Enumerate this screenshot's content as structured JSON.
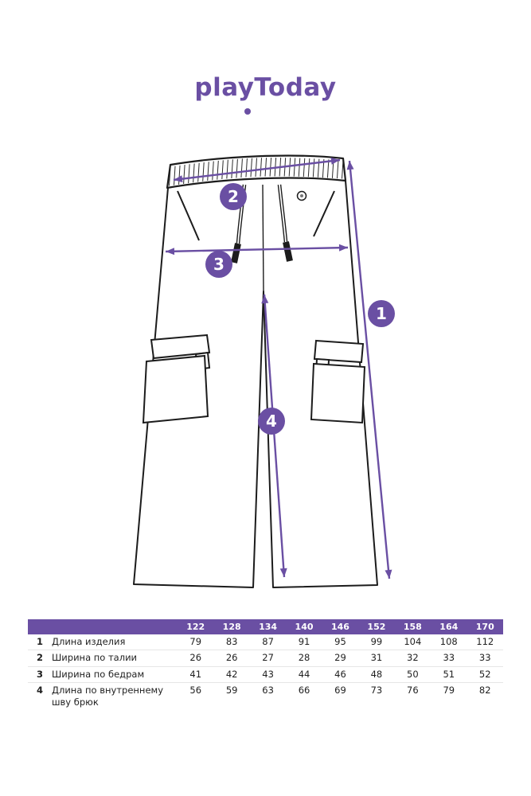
{
  "colors": {
    "accent": "#6a4fa3",
    "ink": "#1c1c1c",
    "table_header_text": "#ffffff"
  },
  "brand": {
    "logo": "playToday"
  },
  "diagram": {
    "markers": [
      {
        "label": "1"
      },
      {
        "label": "2"
      },
      {
        "label": "3"
      },
      {
        "label": "4"
      }
    ]
  },
  "table": {
    "sizes": [
      "122",
      "128",
      "134",
      "140",
      "146",
      "152",
      "158",
      "164",
      "170"
    ],
    "rows": [
      {
        "num": "1",
        "name": "Длина изделия",
        "values": [
          "79",
          "83",
          "87",
          "91",
          "95",
          "99",
          "104",
          "108",
          "112"
        ]
      },
      {
        "num": "2",
        "name": "Ширина по талии",
        "values": [
          "26",
          "26",
          "27",
          "28",
          "29",
          "31",
          "32",
          "33",
          "33"
        ]
      },
      {
        "num": "3",
        "name": "Ширина по бедрам",
        "values": [
          "41",
          "42",
          "43",
          "44",
          "46",
          "48",
          "50",
          "51",
          "52"
        ]
      },
      {
        "num": "4",
        "name": "Длина по внутреннему шву брюк",
        "values": [
          "56",
          "59",
          "63",
          "66",
          "69",
          "73",
          "76",
          "79",
          "82"
        ]
      }
    ]
  }
}
